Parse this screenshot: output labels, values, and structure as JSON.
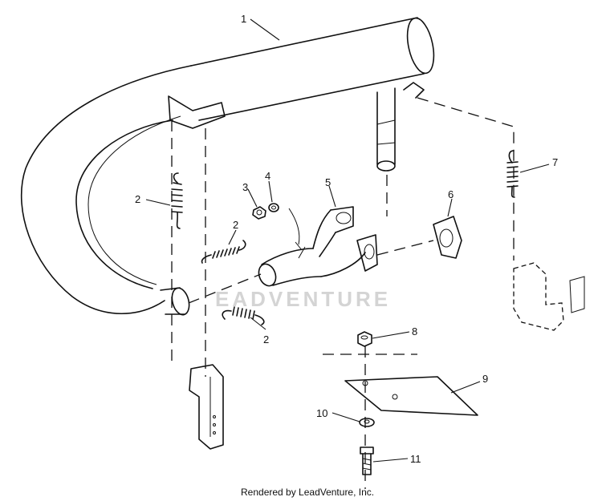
{
  "callouts": {
    "c1": "1",
    "c2a": "2",
    "c2b": "2",
    "c2c": "2",
    "c3": "3",
    "c4": "4",
    "c5": "5",
    "c6": "6",
    "c7": "7",
    "c8": "8",
    "c9": "9",
    "c10": "10",
    "c11": "11"
  },
  "watermark": "EADVENTURE",
  "footer": "Rendered by LeadVenture, Inc."
}
